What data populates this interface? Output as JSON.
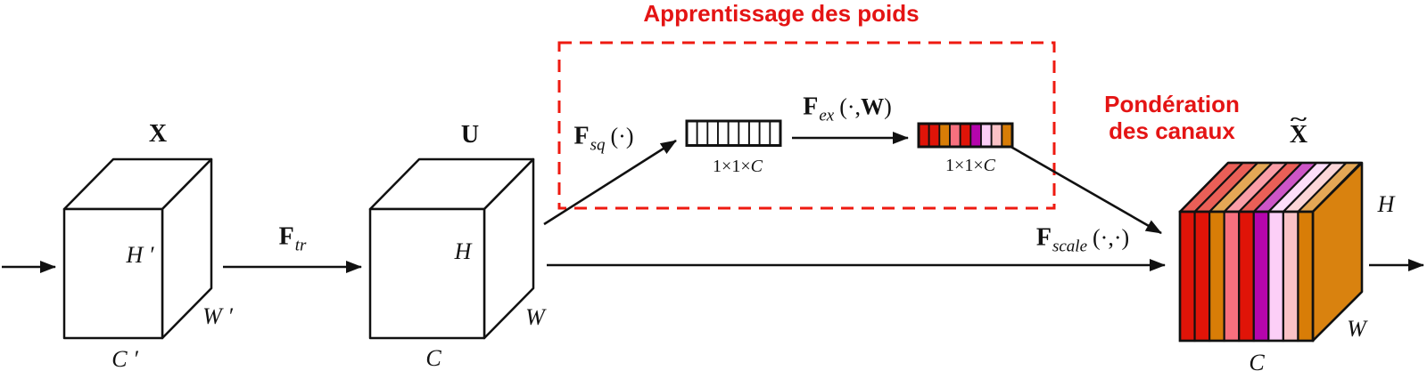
{
  "titles": {
    "weight_learning": "Apprentissage des poids",
    "channel_weighting_line1": "Pondération",
    "channel_weighting_line2": "des canaux"
  },
  "cubes": {
    "x": {
      "name": "X",
      "h": "H ′",
      "w": "W ′",
      "c": "C ′"
    },
    "u": {
      "name": "U",
      "h": "H",
      "w": "W",
      "c": "C"
    },
    "x_tilde": {
      "name": "X",
      "tilde": "~",
      "h": "H",
      "w": "W",
      "c": "C"
    }
  },
  "math": {
    "f_tr": {
      "f": "F",
      "sub": "tr"
    },
    "f_sq": {
      "f": "F",
      "sub": "sq",
      "args": "(·)"
    },
    "f_ex": {
      "f": "F",
      "sub": "ex",
      "args_pre": "(·,",
      "w": "W",
      "args_post": ")"
    },
    "f_scale": {
      "f": "F",
      "sub": "scale",
      "args": "(·,·)"
    }
  },
  "bars": {
    "squeeze": {
      "cell_count": 9,
      "fill": "#ffffff",
      "label_pre": "1×1×",
      "label_c": "C"
    },
    "excitation": {
      "cell_count": 9,
      "label_pre": "1×1×",
      "label_c": "C"
    }
  },
  "colors": {
    "accent_red": "#e41414",
    "dashed_box_red": "#ee1a10",
    "outline_black": "#111111",
    "cube_face_white": "#ffffff",
    "cube_side_orange": "#d9820f",
    "channel_weights": [
      "#e01408",
      "#e01408",
      "#d87d07",
      "#f8707e",
      "#e01408",
      "#b505ac",
      "#fccff7",
      "#fac2c6",
      "#d87d07"
    ]
  }
}
